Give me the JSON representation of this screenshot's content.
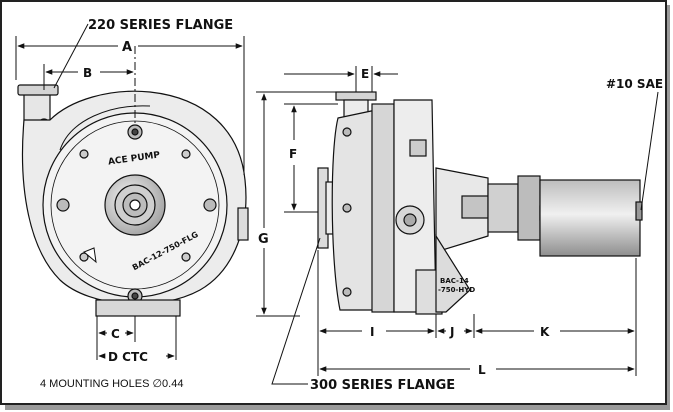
{
  "callouts": {
    "flange_220": "220 SERIES FLANGE",
    "flange_300": "300 SERIES FLANGE",
    "sae": "#10 SAE",
    "mounting_holes": "4 MOUNTING HOLES ∅0.44"
  },
  "pump_marks": {
    "brand": "ACE PUMP",
    "model": "BAC-12-750-FLG",
    "adapter_line1": "BAC-14",
    "adapter_line2": "-750-HYD"
  },
  "dimensions": {
    "A": "A",
    "B": "B",
    "C": "C",
    "D": "D CTC",
    "E": "E",
    "F": "F",
    "G": "G",
    "I": "I",
    "J": "J",
    "K": "K",
    "L": "L"
  },
  "colors": {
    "frame": "#222222",
    "line": "#111111",
    "shadow": "#9a9a9a",
    "fill_light": "#e6e6e6",
    "fill_mid": "#c9c9c9",
    "fill_dark": "#8c8c8c"
  }
}
